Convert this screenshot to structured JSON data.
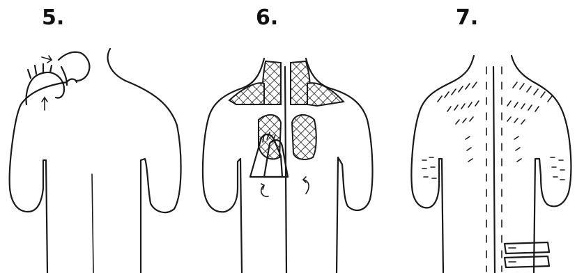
{
  "steps": [
    {
      "number": "5."
    },
    {
      "number": "6."
    },
    {
      "number": "7."
    }
  ]
}
